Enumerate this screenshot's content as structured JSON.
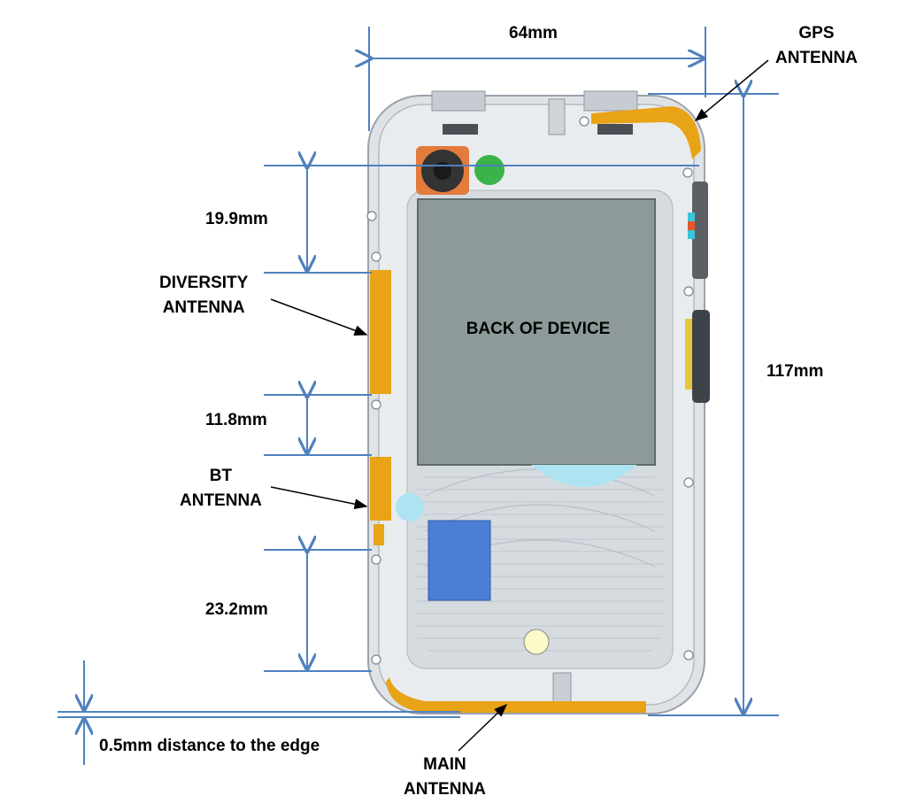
{
  "dimensions": {
    "width": "64mm",
    "height": "117mm",
    "diversity_gap": "19.9mm",
    "bt_gap": "11.8mm",
    "main_gap": "23.2mm",
    "edge_distance": "0.5mm distance to the edge"
  },
  "labels": {
    "gps": [
      "GPS",
      "ANTENNA"
    ],
    "diversity": [
      "DIVERSITY",
      "ANTENNA"
    ],
    "bt": [
      "BT",
      "ANTENNA"
    ],
    "main": [
      "MAIN",
      "ANTENNA"
    ],
    "back": "BACK OF DEVICE"
  },
  "colors": {
    "dimension_line": "#4f81bd",
    "antenna": "#e8a317",
    "body": "#d9dde2",
    "battery": "#8e9a99",
    "inner_panel": "#c9ced4"
  }
}
